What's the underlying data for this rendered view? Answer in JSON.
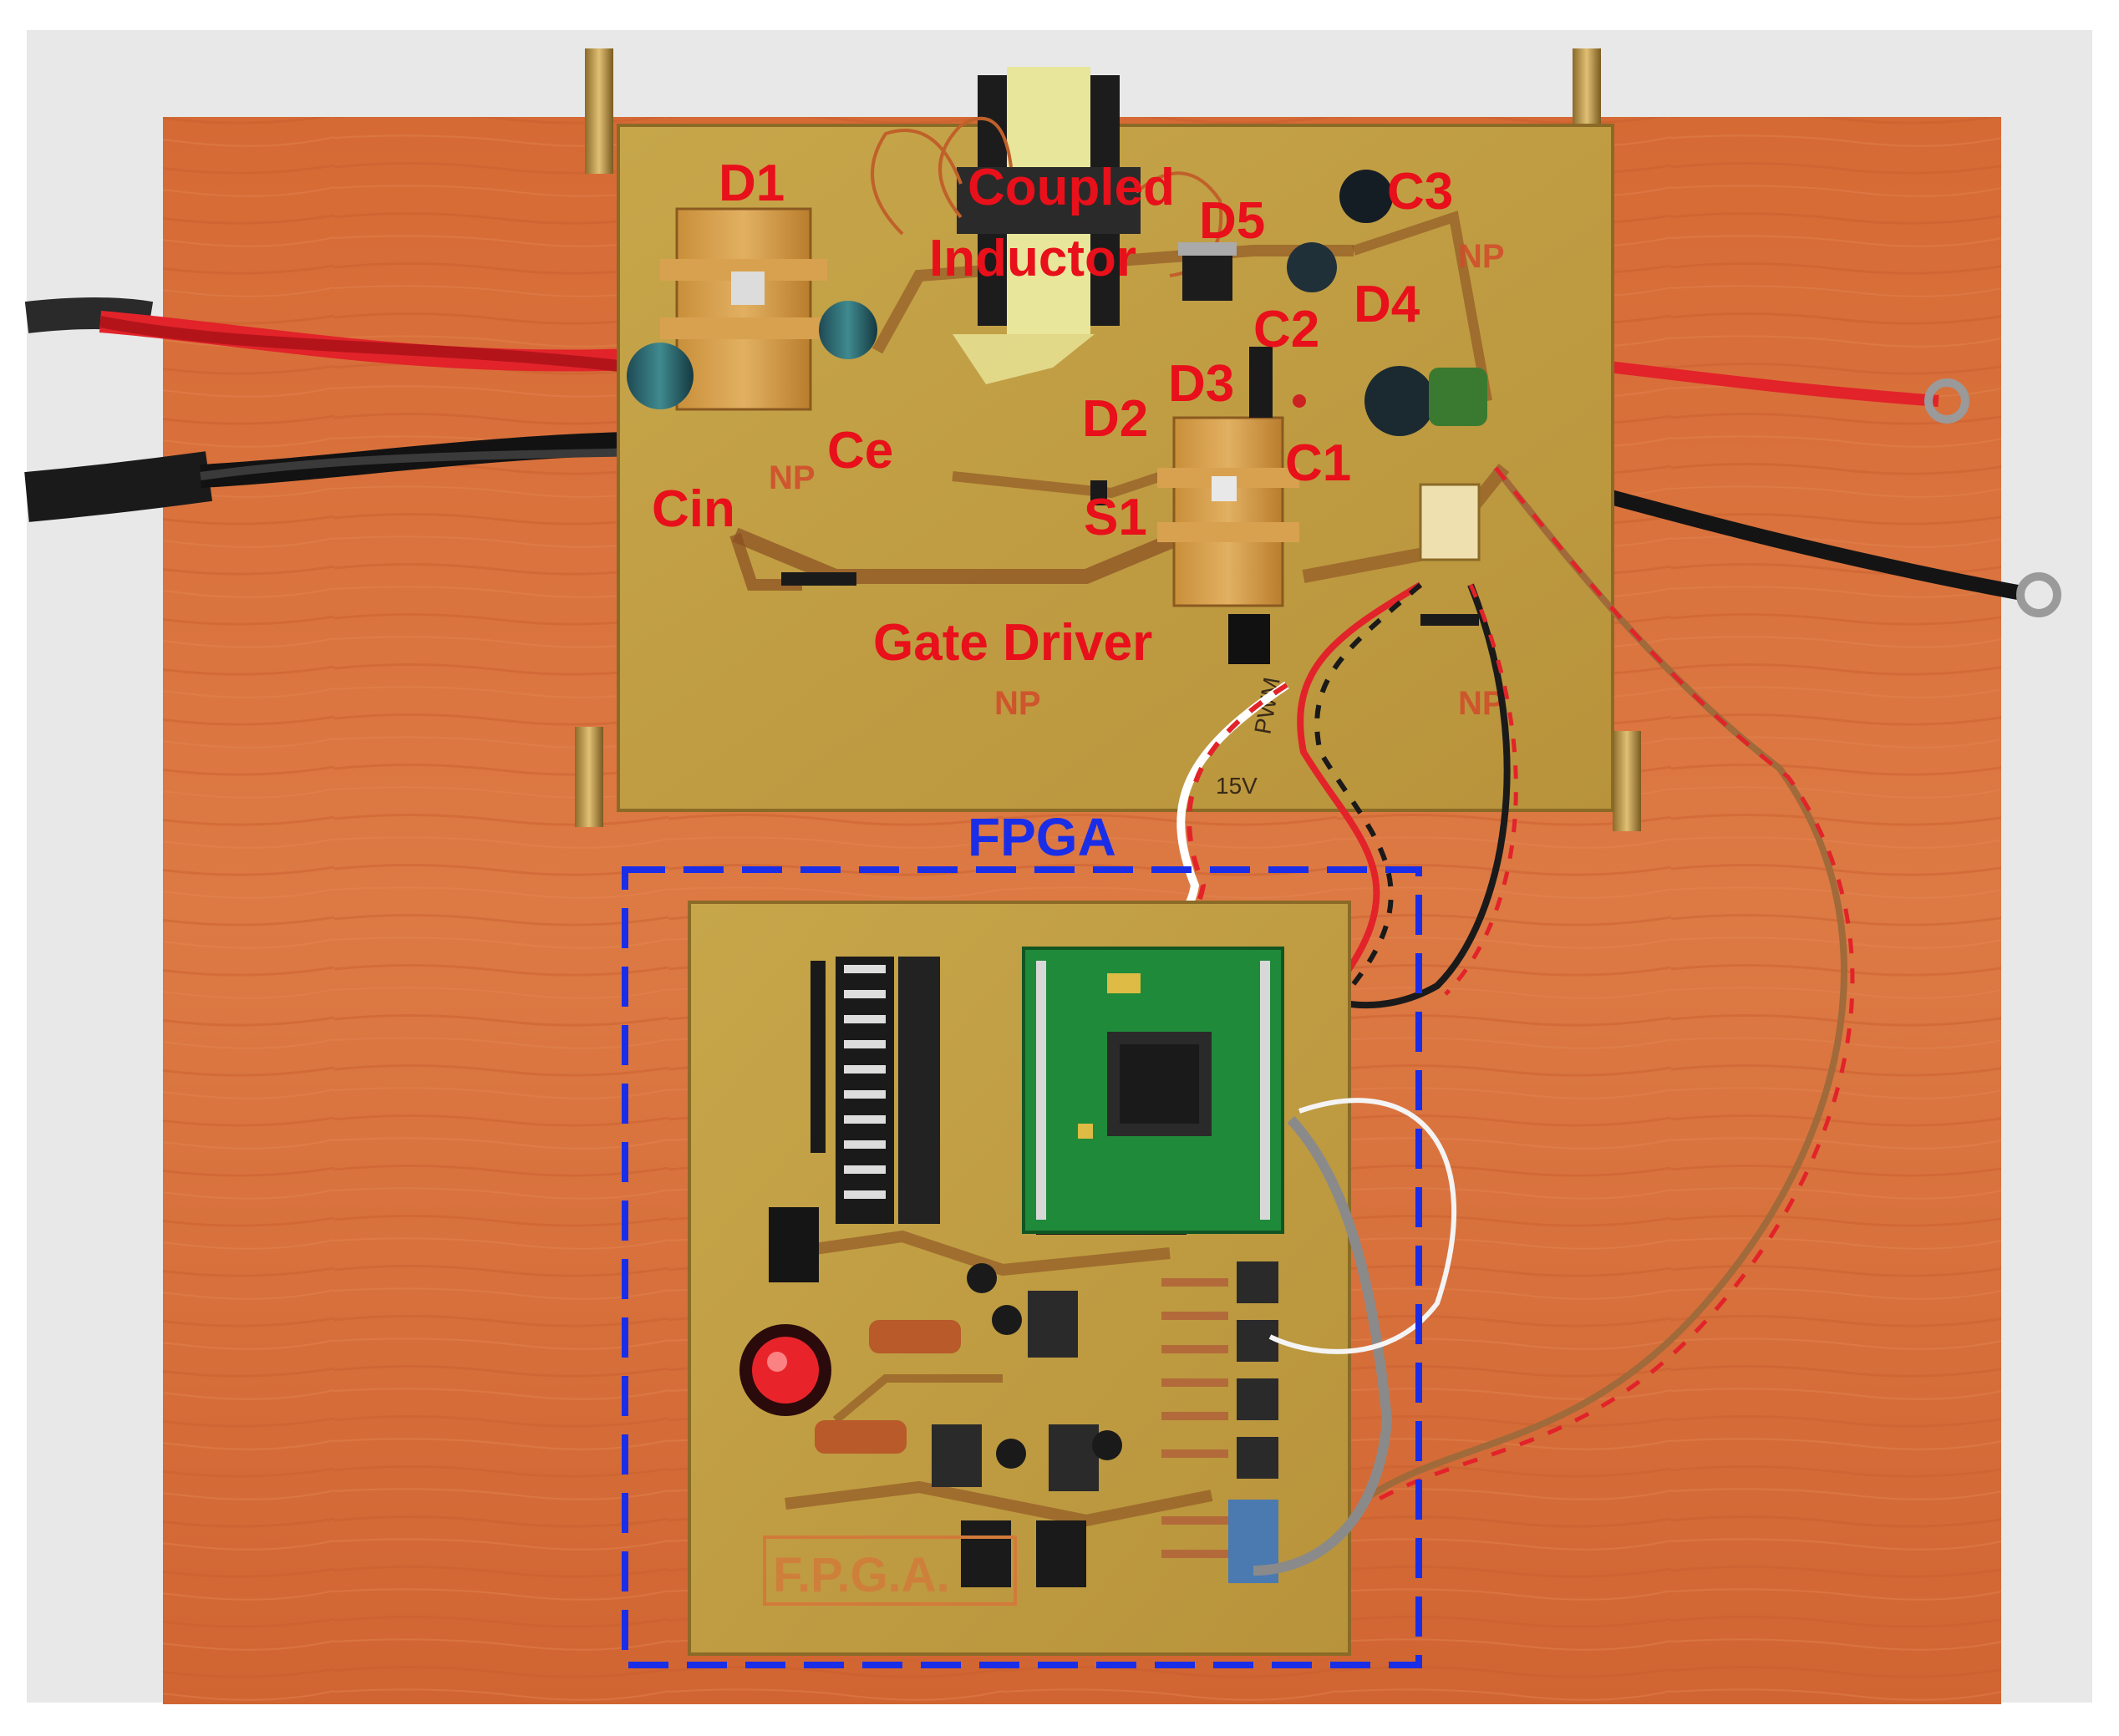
{
  "colors": {
    "background": "#ffffff",
    "wood_board": "#d9703a",
    "pcb": "#c9a84a",
    "green_module": "#1f8a3a",
    "annotation_red": "#e8101a",
    "annotation_blue": "#1a2ee8",
    "wire_red": "#e2232a",
    "wire_black": "#141414"
  },
  "photo": {
    "subject": "power-converter-prototype-with-fpga-controller"
  },
  "labels": {
    "d1": "D1",
    "coupled": "Coupled",
    "inductor": "Inductor",
    "d5": "D5",
    "c3": "C3",
    "c2": "C2",
    "d4": "D4",
    "d3": "D3",
    "d2": "D2",
    "c1": "C1",
    "ce": "Ce",
    "cin": "Cin",
    "s1": "S1",
    "gate_driver": "Gate Driver",
    "fpga": "FPGA"
  },
  "board_marks": {
    "np": "NP",
    "pwm": "PWM",
    "v15": "15V",
    "fpga_silk": "F.P.G.A."
  }
}
